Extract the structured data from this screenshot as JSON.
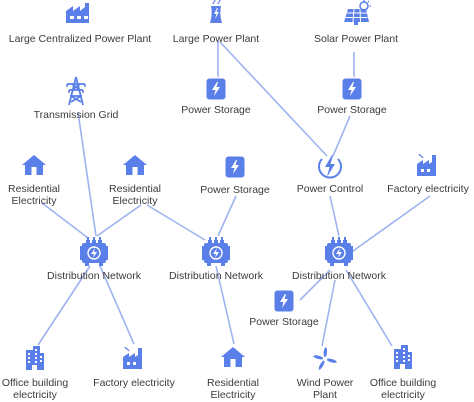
{
  "colors": {
    "node": "#5b7fe8",
    "edge": "#9fb3f0",
    "text": "#3b3b3b"
  },
  "nodes": {
    "large_centralized_plant": {
      "label": "Large Centralized Power Plant",
      "icon": "factory-icon"
    },
    "large_plant": {
      "label": "Large Power Plant",
      "icon": "cooling-tower-icon"
    },
    "solar_plant": {
      "label": "Solar Power Plant",
      "icon": "solar-panel-icon"
    },
    "transmission_grid": {
      "label": "Transmission Grid",
      "icon": "transmission-tower-icon"
    },
    "storage_1": {
      "label": "Power Storage",
      "icon": "battery-bolt-icon"
    },
    "storage_2": {
      "label": "Power Storage",
      "icon": "battery-bolt-icon"
    },
    "storage_3": {
      "label": "Power Storage",
      "icon": "battery-bolt-icon"
    },
    "storage_4": {
      "label": "Power Storage",
      "icon": "battery-bolt-icon"
    },
    "residential_1": {
      "label": "Residential\nElectricity",
      "icon": "house-icon"
    },
    "residential_2": {
      "label": "Residential\nElectricity",
      "icon": "house-icon"
    },
    "residential_3": {
      "label": "Residential\nElectricity",
      "icon": "house-icon"
    },
    "power_control": {
      "label": "Power Control",
      "icon": "bolt-circle-icon"
    },
    "factory_1": {
      "label": "Factory electricity",
      "icon": "factory-small-icon"
    },
    "factory_2": {
      "label": "Factory electricity",
      "icon": "factory-small-icon"
    },
    "distribution_1": {
      "label": "Distribution Network",
      "icon": "transformer-icon"
    },
    "distribution_2": {
      "label": "Distribution Network",
      "icon": "transformer-icon"
    },
    "distribution_3": {
      "label": "Distribution Network",
      "icon": "transformer-icon"
    },
    "office": {
      "label": "Office building\nelectricity",
      "icon": "office-building-icon"
    },
    "office_2": {
      "label": "Office building\nelectricity",
      "icon": "office-building-icon"
    },
    "wind_plant": {
      "label": "Wind Power\nPlant",
      "icon": "wind-turbine-icon"
    }
  },
  "edges": [
    [
      "transmission_grid",
      "distribution_1"
    ],
    [
      "residential_1",
      "distribution_1"
    ],
    [
      "residential_2",
      "distribution_1"
    ],
    [
      "residential_2",
      "distribution_2"
    ],
    [
      "storage_2",
      "distribution_2"
    ],
    [
      "distribution_1",
      "office"
    ],
    [
      "distribution_1",
      "factory_1"
    ],
    [
      "distribution_2",
      "residential_3"
    ],
    [
      "large_plant",
      "storage_1"
    ],
    [
      "large_plant",
      "power_control"
    ],
    [
      "solar_plant",
      "storage_3"
    ],
    [
      "storage_3",
      "power_control"
    ],
    [
      "power_control",
      "distribution_3"
    ],
    [
      "factory_2",
      "distribution_3"
    ],
    [
      "distribution_3",
      "storage_4"
    ],
    [
      "distribution_3",
      "wind_plant"
    ],
    [
      "distribution_3",
      "office_2"
    ]
  ]
}
